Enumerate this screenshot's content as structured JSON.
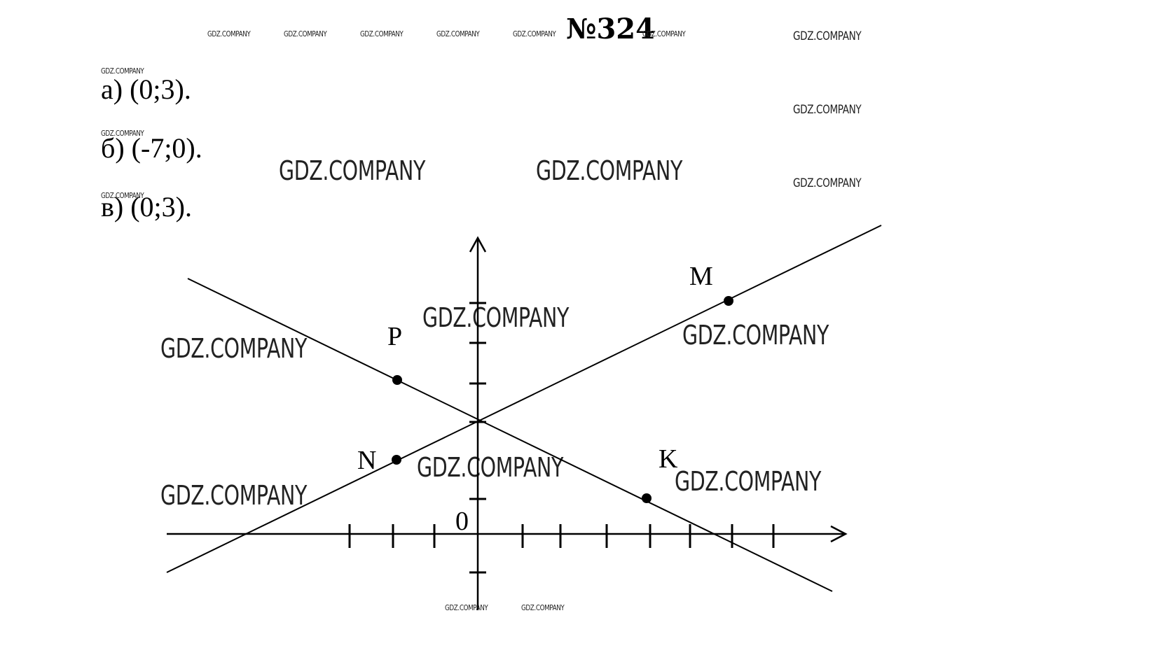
{
  "title": "№324",
  "answers": [
    {
      "label": "а) (0;3)."
    },
    {
      "label": "б) (-7;0)."
    },
    {
      "label": "в) (0;3)."
    }
  ],
  "watermark": "GDZ.COMPANY",
  "diagram": {
    "origin_label": "0",
    "points": [
      {
        "name": "M"
      },
      {
        "name": "P"
      },
      {
        "name": "N"
      },
      {
        "name": "K"
      }
    ]
  }
}
